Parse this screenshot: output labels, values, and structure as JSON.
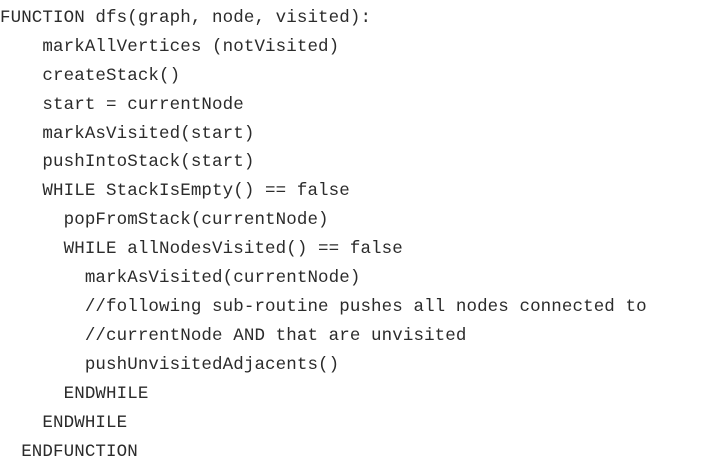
{
  "code": {
    "lines": [
      "FUNCTION dfs(graph, node, visited):",
      "    markAllVertices (notVisited)",
      "    createStack()",
      "    start = currentNode",
      "    markAsVisited(start)",
      "    pushIntoStack(start)",
      "    WHILE StackIsEmpty() == false",
      "      popFromStack(currentNode)",
      "      WHILE allNodesVisited() == false",
      "        markAsVisited(currentNode)",
      "        //following sub-routine pushes all nodes connected to",
      "        //currentNode AND that are unvisited",
      "        pushUnvisitedAdjacents()",
      "      ENDWHILE",
      "    ENDWHILE",
      "  ENDFUNCTION"
    ]
  }
}
